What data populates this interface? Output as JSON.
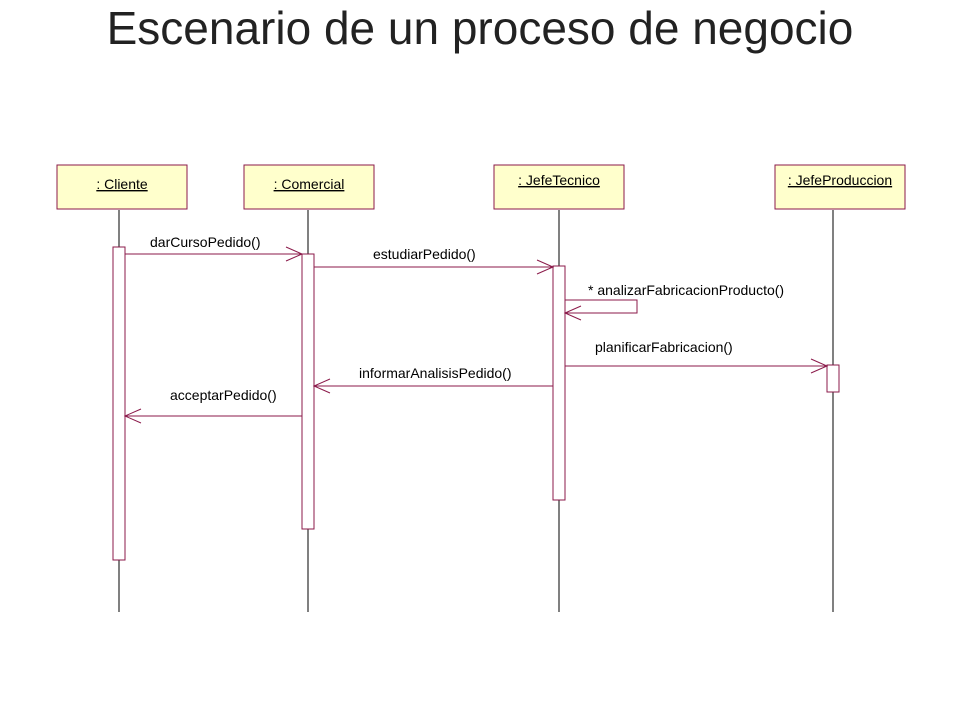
{
  "title": "Escenario de un proceso de negocio",
  "colors": {
    "border": "#8B1A4A",
    "box_fill": "#FFFFCC",
    "activation_fill": "#FFFFFF",
    "lifeline": "#000000"
  },
  "lifelines": [
    {
      "id": "cliente",
      "label": ": Cliente"
    },
    {
      "id": "comercial",
      "label": ": Comercial"
    },
    {
      "id": "jefetecnico",
      "label": ": JefeTecnico"
    },
    {
      "id": "jefeproduccion",
      "label": ": JefeProduccion"
    }
  ],
  "messages": [
    {
      "id": "m1",
      "label": "darCursoPedido()",
      "from": "cliente",
      "to": "comercial"
    },
    {
      "id": "m2",
      "label": "estudiarPedido()",
      "from": "comercial",
      "to": "jefetecnico"
    },
    {
      "id": "m3",
      "label": "* analizarFabricacionProducto()",
      "from": "jefetecnico",
      "to": "jefetecnico"
    },
    {
      "id": "m4",
      "label": "planificarFabricacion()",
      "from": "jefetecnico",
      "to": "jefeproduccion"
    },
    {
      "id": "m5",
      "label": "informarAnalisisPedido()",
      "from": "jefetecnico",
      "to": "comercial"
    },
    {
      "id": "m6",
      "label": "acceptarPedido()",
      "from": "comercial",
      "to": "cliente"
    }
  ]
}
